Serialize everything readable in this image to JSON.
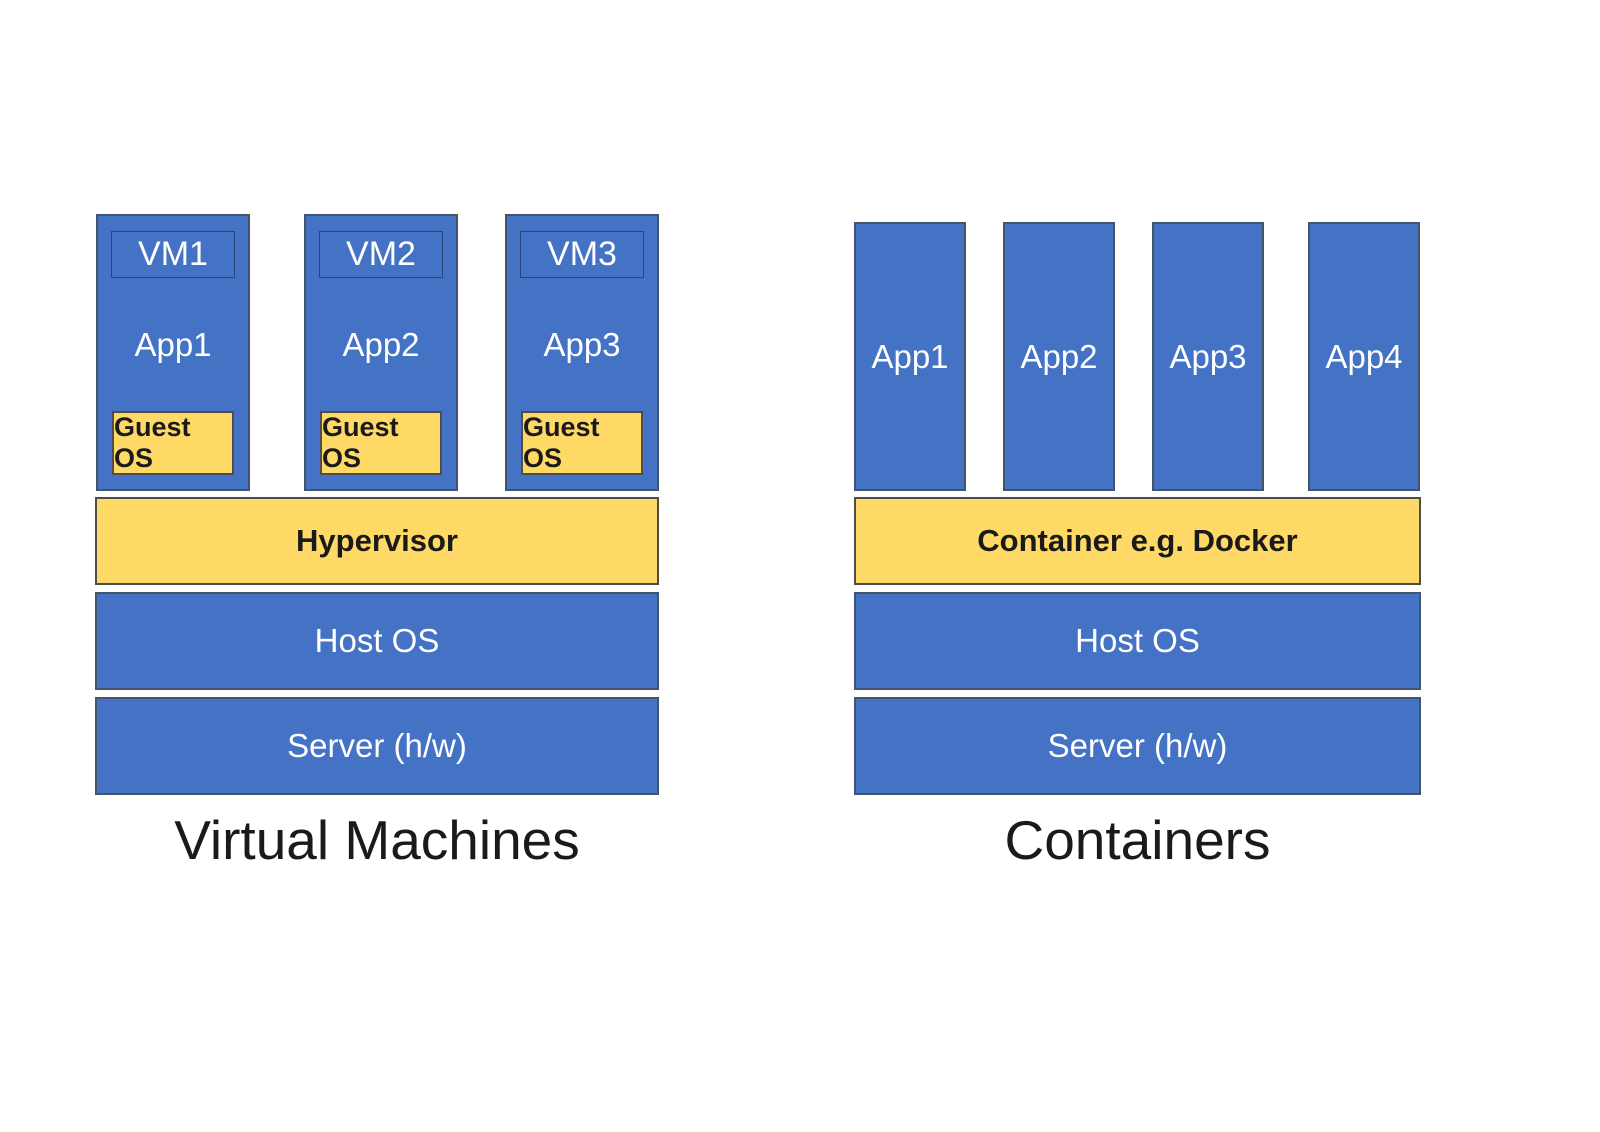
{
  "left": {
    "title": "Virtual Machines",
    "vms": [
      {
        "name": "VM1",
        "app": "App1",
        "os": "Guest OS"
      },
      {
        "name": "VM2",
        "app": "App2",
        "os": "Guest OS"
      },
      {
        "name": "VM3",
        "app": "App3",
        "os": "Guest OS"
      }
    ],
    "layers": {
      "hypervisor": "Hypervisor",
      "host_os": "Host OS",
      "server": "Server (h/w)"
    }
  },
  "right": {
    "title": "Containers",
    "apps": [
      "App1",
      "App2",
      "App3",
      "App4"
    ],
    "layers": {
      "container": "Container e.g. Docker",
      "host_os": "Host OS",
      "server": "Server (h/w)"
    }
  },
  "colors": {
    "blue_fill": "#4472C4",
    "yellow_fill": "#FFD966",
    "blue_border": "#44546A",
    "yellow_border": "#4D4D4D",
    "text_on_blue": "#FFFFFF",
    "text_on_yellow": "#1A1A1A",
    "title_text": "#1A1A1A"
  }
}
